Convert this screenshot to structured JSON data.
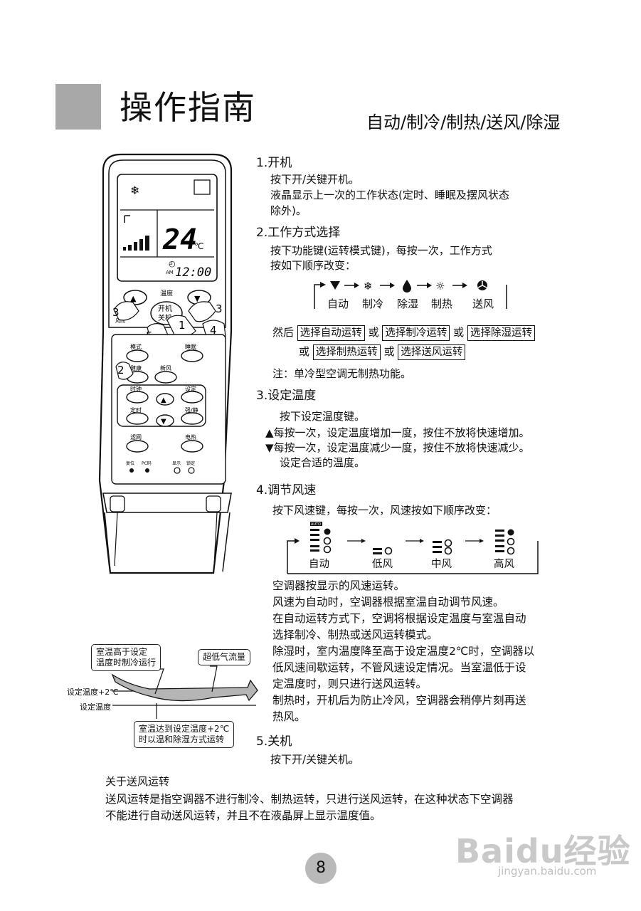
{
  "header": {
    "title": "操作指南",
    "subtitle": "自动/制冷/制热/送风/除湿"
  },
  "sections": [
    {
      "heading": "1.开机",
      "lines": [
        "按下开/关键开机。",
        "液晶显示上一次的工作状态(定时、睡眠及摆风状态",
        "除外)。"
      ]
    },
    {
      "heading": "2.工作方式选择",
      "lines": [
        "按下功能键(运转模式键)，每按一次，工作方式",
        "按如下顺序改变："
      ]
    },
    {
      "heading": "3.设定温度",
      "lines": [
        "按下设定温度键。",
        "每按一次，设定温度增加一度，按住不放将快速增加。",
        "每按一次，设定温度减少一度，按住不放将快速减少。",
        "设定合适的温度。"
      ]
    },
    {
      "heading": "4.调节风速",
      "lines": [
        "按下风速键，每按一次，风速按如下顺序改变："
      ]
    },
    {
      "heading": "5.关机",
      "lines": [
        "按下开/关键关机。"
      ]
    }
  ],
  "mode_cycle": [
    "自动",
    "制冷",
    "除湿",
    "制热",
    "送风"
  ],
  "mode_select": {
    "then": "然后",
    "or": "或",
    "options": [
      "选择自动运转",
      "选择制冷运转",
      "选择除湿运转",
      "选择制热运转",
      "选择送风运转"
    ]
  },
  "note": "注：单冷型空调无制热功能。",
  "fan_cycle": {
    "auto_tag": "AUTO",
    "labels": [
      "自动",
      "低风",
      "中风",
      "高风"
    ]
  },
  "fan_paragraphs": [
    "空调器按显示的风速运转。",
    "风速为自动时，空调器根据室温自动调节风速。",
    "在自动运转方式下，空调将根据设定温度与室温自动",
    "选择制冷、制热或送风运转模式。",
    "除湿时，室内温度降至高于设定温度2℃时，空调器以",
    "低风速间歇运转，不管风速设定情况。当室温低于设",
    "定温度时，则只进行送风运转。",
    "制热时，开机后为防止冷风，空调器会稍停片刻再送",
    "热风。"
  ],
  "dehumid_diagram": {
    "box1": [
      "室温高于设定",
      "温度时制冷运行"
    ],
    "box2": "超低气流量",
    "line1": "设定温度+2℃",
    "line2": "设定温度",
    "box3": [
      "室温达到设定温度+2℃",
      "时以温和除湿方式运转"
    ]
  },
  "remote": {
    "temp": "24",
    "unit": "℃",
    "am": "AM",
    "time": "12:00",
    "top_label": "温度",
    "power_label": [
      "开机",
      "关机"
    ],
    "btn_mode": "模式",
    "btn_sleep": "睡眠",
    "btn_health": "健康",
    "btn_fresh": "新风",
    "btn_clock": "时钟",
    "btn_set": "设定",
    "btn_timer": "定时",
    "btn_strong": "强/静",
    "btn_filter": "滤网",
    "btn_heat": "电热",
    "bottom": [
      "复位",
      "PC码",
      "显示",
      "锁定"
    ],
    "swing": "风向",
    "callouts": [
      "3",
      "3",
      "5",
      "1",
      "4",
      "2"
    ]
  },
  "fan_note_title": "关于送风运转",
  "fan_note_lines": [
    "送风运转是指空调器不进行制冷、制热运转，只进行送风运转，在这种状态下空调器",
    "不能进行自动送风运转，并且不在液晶屏上显示温度值。"
  ],
  "page_number": "8",
  "watermark": {
    "brand": "Baidu经验",
    "url": "jingyan.baidu.com"
  }
}
